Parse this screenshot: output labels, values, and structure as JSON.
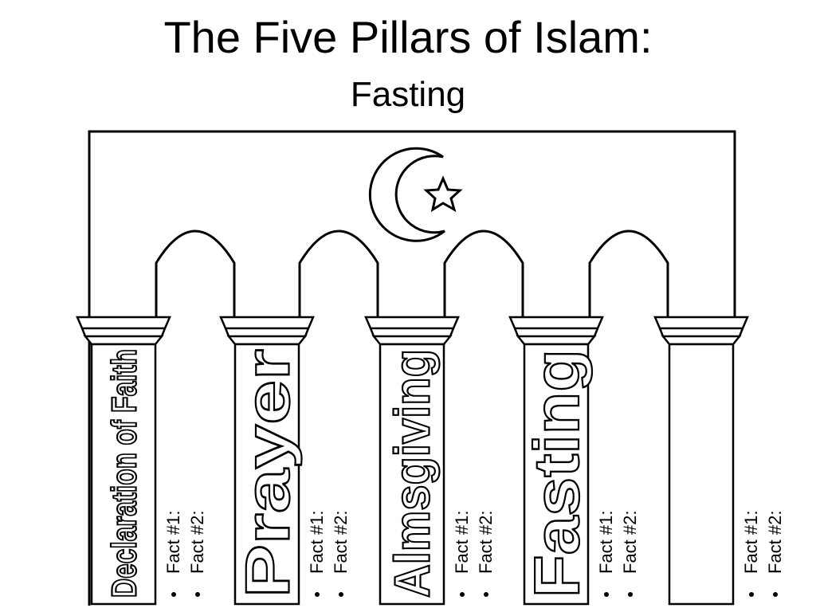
{
  "title": "The Five Pillars of Islam:",
  "subtitle": "Fasting",
  "emblem": {
    "icon": "crescent-star-icon"
  },
  "pillars": [
    {
      "label": "Declaration of Faith",
      "facts": [
        "Fact #1:",
        "Fact #2:"
      ]
    },
    {
      "label": "Prayer",
      "facts": [
        "Fact #1:",
        "Fact #2:"
      ]
    },
    {
      "label": "Almsgiving",
      "facts": [
        "Fact #1:",
        "Fact #2:"
      ]
    },
    {
      "label": "Fasting",
      "facts": [
        "Fact #1:",
        "Fact #2:"
      ]
    },
    {
      "label": "",
      "facts": [
        "Fact #1:",
        "Fact #2:"
      ]
    }
  ]
}
